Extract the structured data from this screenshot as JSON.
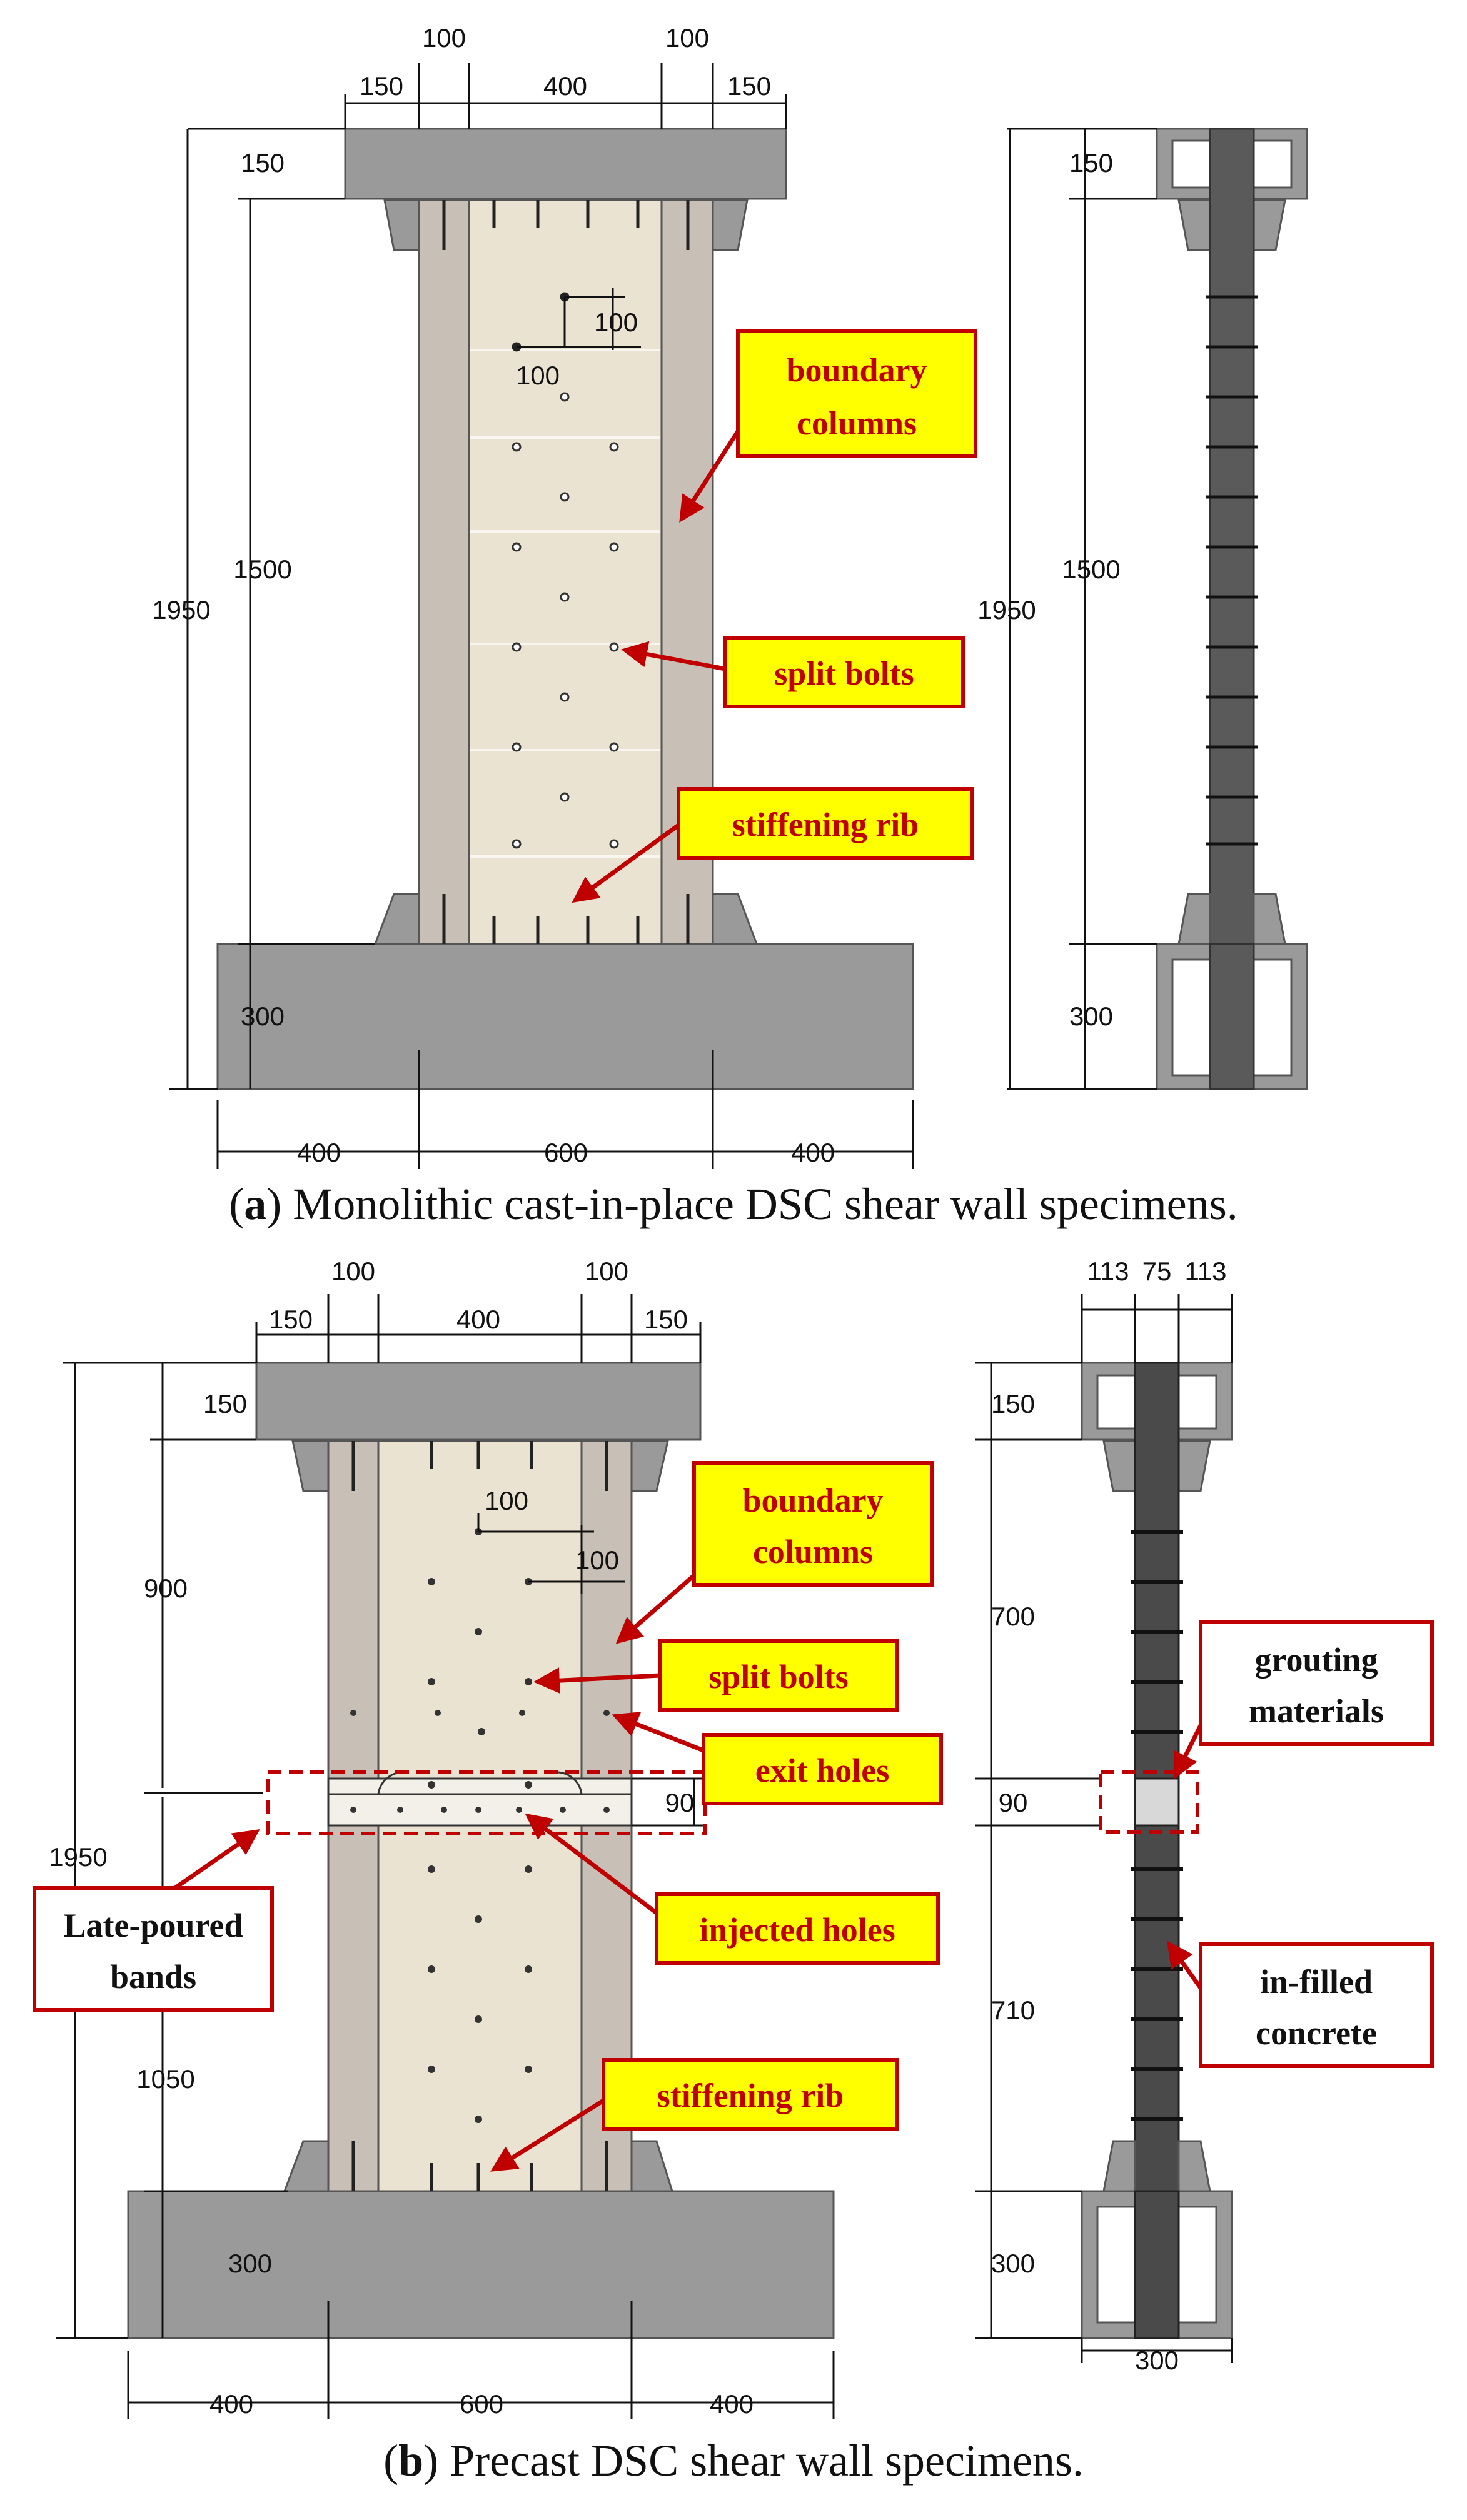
{
  "captions": {
    "a_letter": "a",
    "a_text": " Monolithic cast-in-place DSC shear wall specimens.",
    "b_letter": "b",
    "b_text": " Precast DSC shear wall specimens."
  },
  "a_dims": {
    "top_100_left": "100",
    "top_100_right": "100",
    "top_150_left": "150",
    "top_400": "400",
    "top_150_right": "150",
    "beam_150": "150",
    "bolt_100_h": "100",
    "bolt_100_v": "100",
    "h_1950": "1950",
    "h_1500": "1500",
    "base_300": "300",
    "bot_400_left": "400",
    "bot_600": "600",
    "bot_400_right": "400",
    "side_150": "150",
    "side_1500": "1500",
    "side_1950": "1950",
    "side_300": "300"
  },
  "a_labels": {
    "boundary_l1": "boundary",
    "boundary_l2": "columns",
    "split": "split bolts",
    "rib": "stiffening rib"
  },
  "b_dims": {
    "top_100_left": "100",
    "top_100_right": "100",
    "top_150_left": "150",
    "top_400": "400",
    "top_150_right": "150",
    "beam_150": "150",
    "bolt_100_h": "100",
    "bolt_100_v": "100",
    "h_900": "900",
    "h_1950": "1950",
    "h_1050": "1050",
    "band_90": "90",
    "base_300": "300",
    "bot_400_left": "400",
    "bot_600": "600",
    "bot_400_right": "400",
    "side_113_l": "113",
    "side_75": "75",
    "side_113_r": "113",
    "side_150": "150",
    "side_700": "700",
    "side_90": "90",
    "side_710": "710",
    "side_300": "300",
    "side_bot_300": "300"
  },
  "b_labels": {
    "boundary_l1": "boundary",
    "boundary_l2": "columns",
    "split": "split bolts",
    "exit": "exit holes",
    "late_l1": "Late-poured",
    "late_l2": "bands",
    "injected": "injected holes",
    "rib": "stiffening rib",
    "grout_l1": "grouting",
    "grout_l2": "materials",
    "infill_l1": "in-filled",
    "infill_l2": "concrete"
  }
}
